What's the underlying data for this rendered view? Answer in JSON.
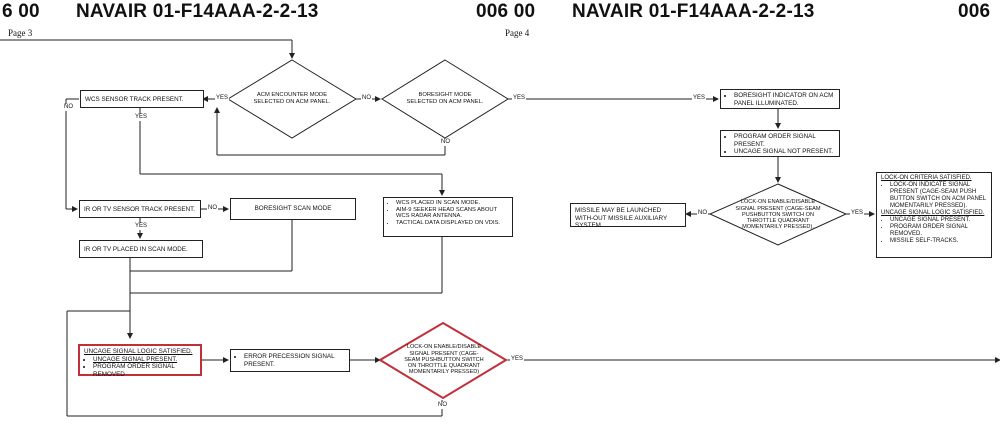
{
  "header": {
    "left_code": "6 00",
    "left_title": "NAVAIR 01-F14AAA-2-2-13",
    "left_page": "Page 3",
    "mid_code": "006 00",
    "right_title": "NAVAIR 01-F14AAA-2-2-13",
    "right_page": "Page 4",
    "right_code": "006"
  },
  "flow": {
    "acm_decision": "ACM ENCOUNTER MODE SELECTED ON ACM PANEL.",
    "boresight_decision": "BORESIGHT MODE SELECTED ON ACM PANEL.",
    "wcs_track": "WCS SENSOR TRACK PRESENT.",
    "ir_tv_track": "IR OR TV SENSOR TRACK PRESENT.",
    "boresight_scan": "BORESIGHT SCAN MODE",
    "ir_tv_scan": "IR OR TV PLACED IN SCAN MODE.",
    "wcs_scan_items": [
      "WCS PLACED IN SCAN MODE.",
      "AIM-9 SEEKER HEAD SCANS ABOUT WCS RADAR ANTENNA.",
      "TACTICAL DATA DISPLAYED ON VDIS."
    ],
    "uncage_title": "UNCAGE SIGNAL LOGIC SATISFIED.",
    "uncage_items": [
      "UNCAGE SIGNAL PRESENT.",
      "PROGRAM ORDER SIGNAL REMOVED"
    ],
    "error_precession": "ERROR PRECESSION SIGNAL PRESENT.",
    "lockon_left": "LOCK-ON ENABLE/DISABLE SIGNAL PRESENT (CAGE-SEAM PUSHBUTTON SWITCH ON THROTTLE QUADRANT MOMENTARILY PRESSED)",
    "boresight_indicator": "BORESIGHT INDICATOR ON ACM PANEL ILLUMINATED.",
    "program_order_items": [
      "PROGRAM ORDER SIGNAL PRESENT.",
      "UNCAGE SIGNAL NOT PRESENT."
    ],
    "lockon_right": "LOCK-ON ENABLE/DISABLE SIGNAL PRESENT (CAGE-SEAM PUSHBUTTON SWITCH ON THROTTLE QUADRANT MOMENTARILY PRESSED).",
    "missile_aux": "MISSILE MAY BE LAUNCHED WITH-OUT MISSILE AUXILIARY SYSTEM.",
    "lockon_criteria_title": "LOCK-ON CRITERIA SATISFIED.",
    "lockon_criteria_items": [
      "LOCK-ON INDICATE SIGNAL PRESENT (CAGE-SEAM PUSH BUTTON SWITCH ON ACM PANEL MOMENTARILY PRESSED)."
    ],
    "uncage_logic_title": "UNCAGE SIGNAL LOGIC SATISFIED.",
    "uncage_logic_items": [
      "UNCAGE SIGNAL PRESENT.",
      "PROGRAM ORDER SIGNAL REMOVED.",
      "MISSILE SELF-TRACKS."
    ]
  },
  "labels": {
    "yes": "YES",
    "no": "NO"
  },
  "colors": {
    "line": "#222222",
    "highlight": "#c0303a"
  }
}
